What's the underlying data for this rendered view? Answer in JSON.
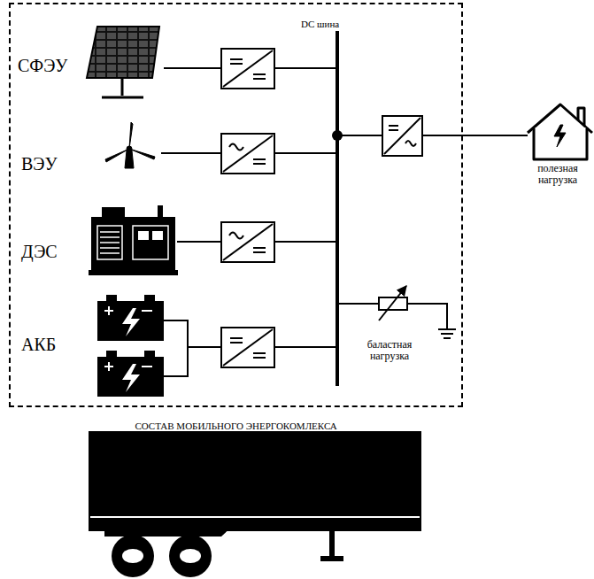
{
  "diagram": {
    "nodes": [
      {
        "text": [
          "СОСТАВ МОБИЛЬНОГО ЭНЕРГОКОМЛЕКСА"
        ]
      }
    ],
    "labels": [
      "СФЭУ",
      "ВЭУ",
      "ДЭС",
      "АКБ",
      "DC шина",
      "полезная нагрузка",
      "баластная нагрузка"
    ]
  }
}
